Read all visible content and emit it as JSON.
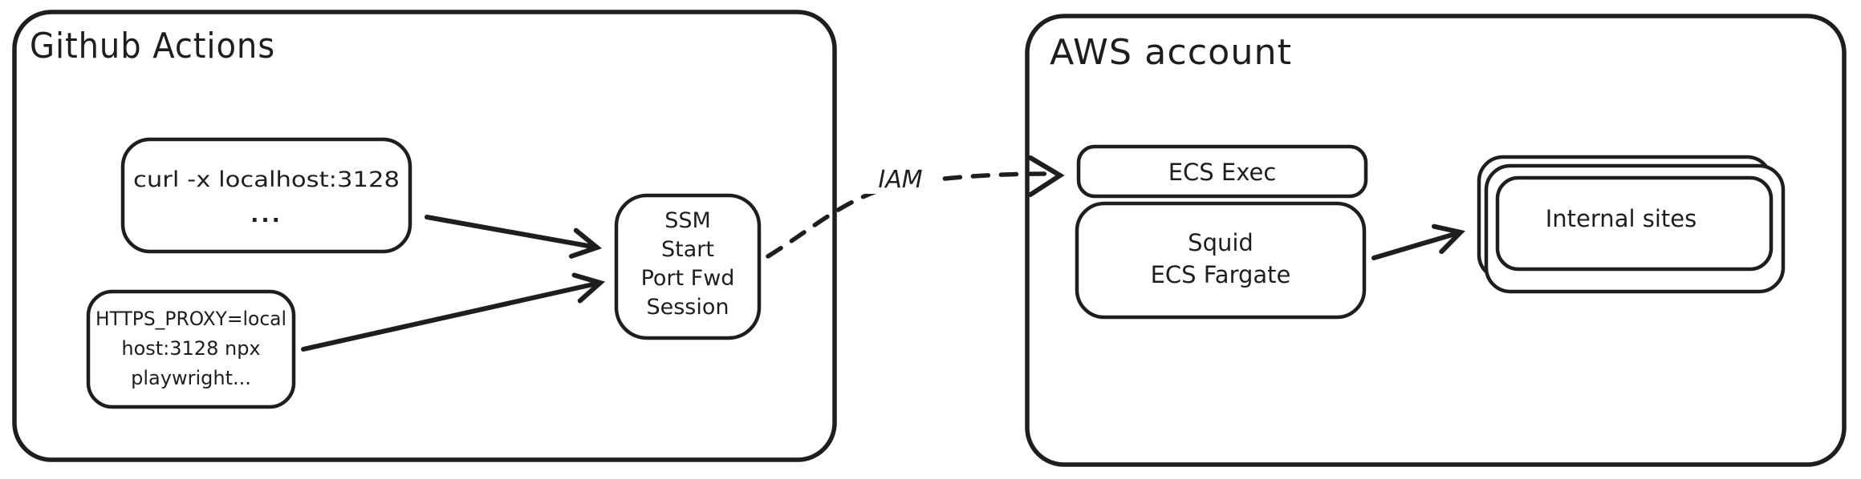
{
  "canvas": {
    "background": "#ffffff",
    "stroke_color": "#1e1e1e"
  },
  "github": {
    "title": "Github Actions",
    "curl_node": {
      "line1": "curl -x localhost:3128",
      "line2": "..."
    },
    "proxy_node": {
      "line1": "HTTPS_PROXY=local",
      "line2": "host:3128 npx",
      "line3": "playwright..."
    },
    "ssm_node": {
      "line1": "SSM",
      "line2": "Start",
      "line3": "Port Fwd",
      "line4": "Session"
    }
  },
  "aws": {
    "title": "AWS account",
    "ecs_exec_node": {
      "label": "ECS Exec"
    },
    "squid_node": {
      "line1": "Squid",
      "line2": "ECS Fargate"
    },
    "internal_sites_node": {
      "label": "Internal sites"
    }
  },
  "connections": {
    "iam_label": "IAM"
  }
}
